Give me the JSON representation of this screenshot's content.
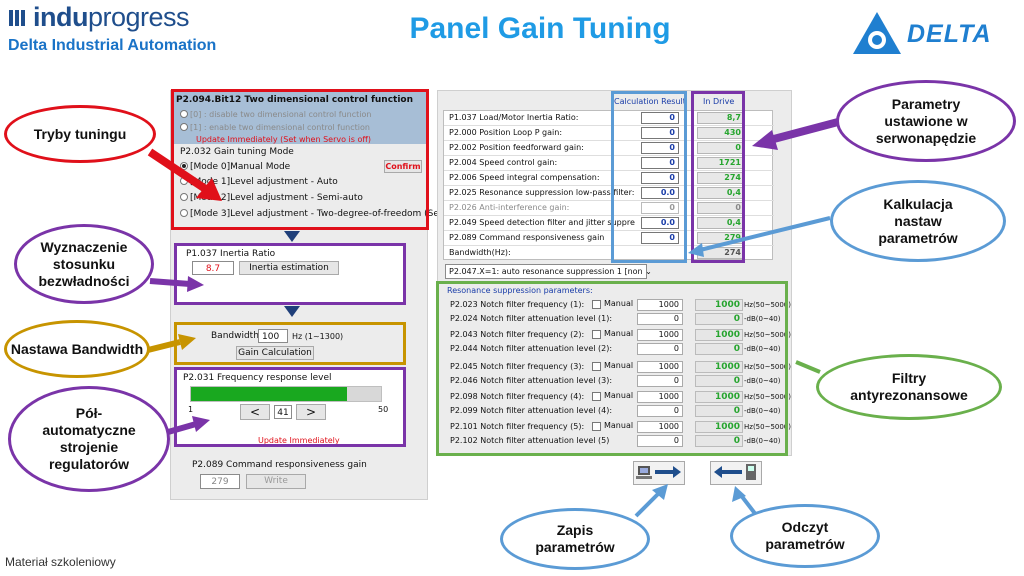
{
  "header": {
    "logo_brand_bold": "indu",
    "logo_brand_light": "progress",
    "logo_subtitle": "Delta Industrial Automation",
    "title": "Panel Gain Tuning",
    "delta_logo_text": "DELTA"
  },
  "left_panel": {
    "p2094_title": "P2.094.Bit12 Two dimensional control function",
    "p2094_opt0": "[0] : disable two dimensional control function",
    "p2094_opt1": "[1] : enable two dimensional control function",
    "p2094_note": "Update Immediately (Set when Servo is off)",
    "p2032_title": "P2.032 Gain tuning Mode",
    "modes": [
      "[Mode 0]Manual Mode",
      "[Mode 1]Level adjustment - Auto",
      "[Mode 2]Level adjustment - Semi-auto",
      "[Mode 3]Level adjustment - Two-degree-of-freedom  (Se"
    ],
    "confirm_label": "Confirm",
    "inertia_title": "P1.037 Inertia Ratio",
    "inertia_value": "8.7",
    "inertia_button": "Inertia estimation",
    "bandwidth_label": "Bandwidth:",
    "bandwidth_value": "100",
    "bandwidth_unit": "Hz (1~1300)",
    "gain_calc_button": "Gain Calculation",
    "freq_title": "P2.031 Frequency response level",
    "freq_min": "1",
    "freq_max": "50",
    "freq_value": "41",
    "freq_level": 0.82,
    "freq_prev": "<",
    "freq_next": ">",
    "freq_note": "Update Immediately",
    "cmd_title": "P2.089 Command responsiveness gain",
    "cmd_value": "279",
    "write_button": "Write"
  },
  "right_panel": {
    "col_calc": "Calculation Result",
    "col_drive": "In Drive",
    "params": [
      {
        "label": "P1.037 Load/Motor Inertia Ratio:",
        "calc": "0",
        "drive": "8,7"
      },
      {
        "label": "P2.000 Position Loop P gain:",
        "calc": "0",
        "drive": "430"
      },
      {
        "label": "P2.002 Position feedforward gain:",
        "calc": "0",
        "drive": "0"
      },
      {
        "label": "P2.004 Speed control gain:",
        "calc": "0",
        "drive": "1721"
      },
      {
        "label": "P2.006 Speed integral compensation:",
        "calc": "0",
        "drive": "274"
      },
      {
        "label": "P2.025 Resonance suppression low-pass filter:",
        "calc": "0.0",
        "drive": "0,4"
      },
      {
        "label": "P2.026 Anti-interference gain:",
        "calc": "0",
        "drive": "0"
      },
      {
        "label": "P2.049 Speed detection filter and jitter suppre",
        "calc": "0.0",
        "drive": "0,4"
      },
      {
        "label": "P2.089 Command responsiveness gain",
        "calc": "0",
        "drive": "279"
      }
    ],
    "bandwidth_label": "Bandwidth(Hz):",
    "bandwidth_drive": "274",
    "resonance_select": "P2.047.X=1: auto resonance suppression 1 [non",
    "resonance_title": "Resonance suppression parameters:",
    "manual_label": "Manual",
    "notches": [
      {
        "freq_label": "P2.023 Notch filter frequency (1):",
        "atten_label": "P2.024 Notch filter attenuation level (1):",
        "freq_in": "1000",
        "freq_out": "1000",
        "freq_unit": "Hz(50~5000)",
        "atten_in": "0",
        "atten_out": "0",
        "atten_unit": "-dB(0~40)"
      },
      {
        "freq_label": "P2.043 Notch filter frequency (2):",
        "atten_label": "P2.044 Notch filter attenuation level (2):",
        "freq_in": "1000",
        "freq_out": "1000",
        "freq_unit": "Hz(50~5000)",
        "atten_in": "0",
        "atten_out": "0",
        "atten_unit": "-dB(0~40)"
      },
      {
        "freq_label": "P2.045 Notch filter frequency (3):",
        "atten_label": "P2.046 Notch filter attenuation level (3):",
        "freq_in": "1000",
        "freq_out": "1000",
        "freq_unit": "Hz(50~5000)",
        "atten_in": "0",
        "atten_out": "0",
        "atten_unit": "-dB(0~40)"
      },
      {
        "freq_label": "P2.098 Notch filter frequency (4):",
        "atten_label": "P2.099 Notch filter attenuation level (4):",
        "freq_in": "1000",
        "freq_out": "1000",
        "freq_unit": "Hz(50~5000)",
        "atten_in": "0",
        "atten_out": "0",
        "atten_unit": "-dB(0~40)"
      },
      {
        "freq_label": "P2.101 Notch filter frequency (5):",
        "atten_label": "P2.102 Notch filter attenuation level (5)",
        "freq_in": "1000",
        "freq_out": "1000",
        "freq_unit": "Hz(50~5000)",
        "atten_in": "0",
        "atten_out": "0",
        "atten_unit": "-dB(0~40)"
      }
    ]
  },
  "annotations": {
    "tryby": "Tryby tuningu",
    "wyznaczenie": "Wyznaczenie stosunku bezwładności",
    "nastawa": "Nastawa Bandwidth",
    "polauto": "Pół-automatyczne strojenie regulatorów",
    "parametry": "Parametry ustawione w serwonapędzie",
    "kalkulacja": "Kalkulacja nastaw parametrów",
    "filtry": "Filtry antyrezonansowe",
    "zapis": "Zapis parametrów",
    "odczyt": "Odczyt parametrów"
  },
  "footer": "Materiał szkoleniowy",
  "colors": {
    "red": "#e0101a",
    "purple": "#7a34a8",
    "gold": "#c79400",
    "blue": "#5b9bd5",
    "green": "#6ab04c",
    "title_blue": "#1f9be5"
  }
}
